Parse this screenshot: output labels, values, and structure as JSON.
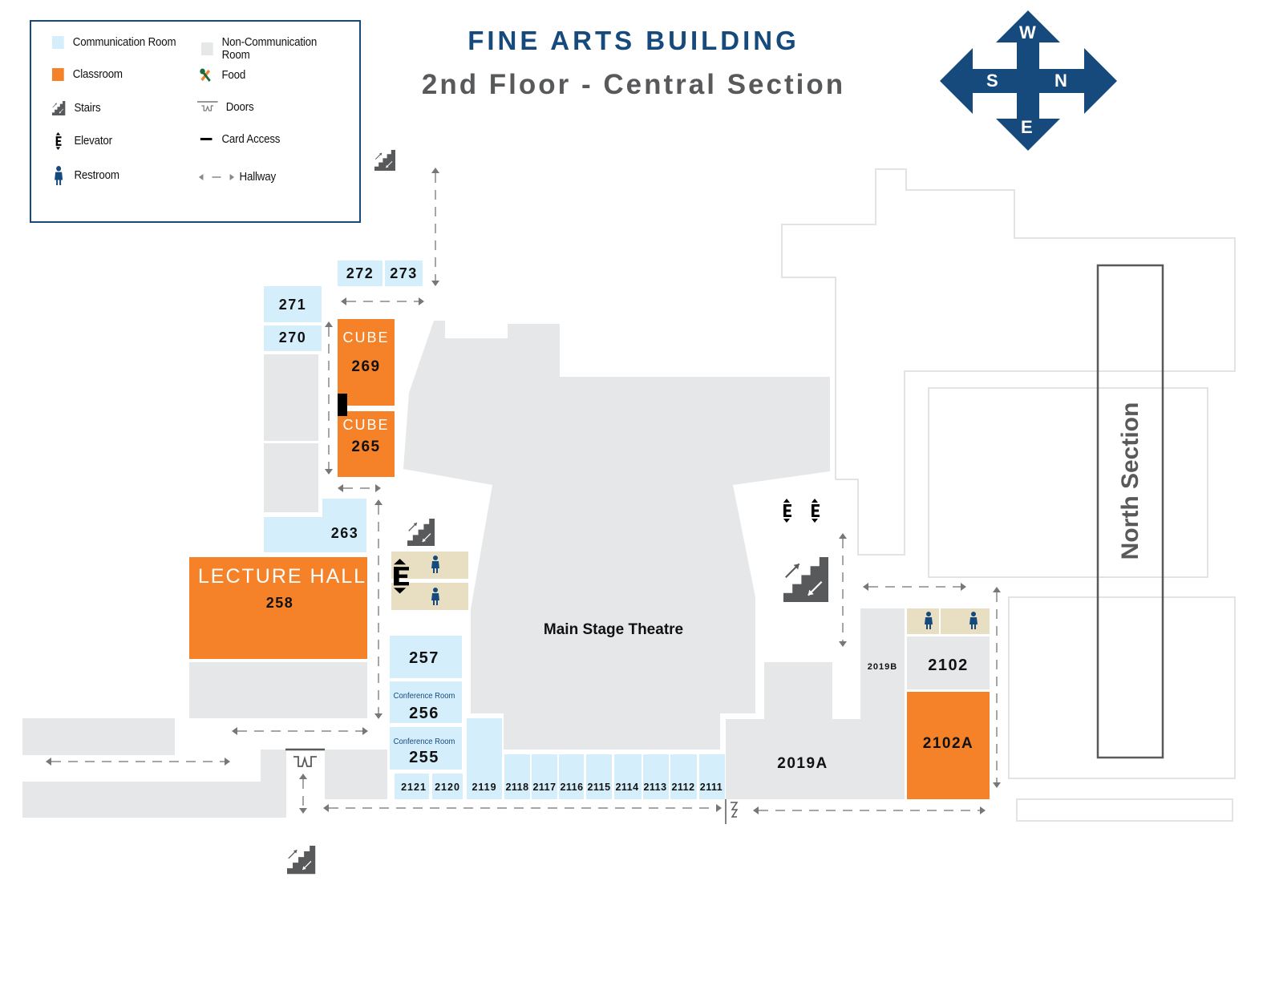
{
  "header": {
    "title": "FINE ARTS BUILDING",
    "subtitle": "2nd Floor - Central Section"
  },
  "compass": {
    "top": "W",
    "left": "S",
    "right": "N",
    "bottom": "E",
    "color": "#164a7c"
  },
  "legend": {
    "items": [
      {
        "label": "Communication Room",
        "icon": "swatch-light-blue",
        "color": "#d5eefb"
      },
      {
        "label": "Non-Communication Room",
        "icon": "swatch-light-gray",
        "color": "#e6e7e8"
      },
      {
        "label": "Classroom",
        "icon": "swatch-orange",
        "color": "#f58229"
      },
      {
        "label": "Food",
        "icon": "fork-spoon-icon"
      },
      {
        "label": "Stairs",
        "icon": "stairs-icon"
      },
      {
        "label": "Doors",
        "icon": "door-icon"
      },
      {
        "label": "Elevator",
        "icon": "elevator-icon"
      },
      {
        "label": "Card Access",
        "icon": "card-access-bar"
      },
      {
        "label": "Restroom",
        "icon": "restroom-person-icon"
      },
      {
        "label": "Hallway",
        "icon": "hallway-arrows"
      }
    ]
  },
  "colors": {
    "communication": "#d5eefb",
    "non_communication": "#e6e7e8",
    "classroom": "#f58229",
    "restroom_bg": "#e8dfc2",
    "brand_blue": "#164a7c",
    "dark_gray": "#58595b"
  },
  "rooms": {
    "r272": "272",
    "r273": "273",
    "r271": "271",
    "r270": "270",
    "cube1": "CUBE",
    "r269": "269",
    "cube2": "CUBE",
    "r265": "265",
    "r263": "263",
    "lecture_hall": "LECTURE HALL",
    "r258": "258",
    "r257": "257",
    "conf_256_label": "Conference Room",
    "r256": "256",
    "conf_255_label": "Conference Room",
    "r255": "255",
    "r2121": "2121",
    "r2120": "2120",
    "r2119": "2119",
    "r2118": "2118",
    "r2117": "2117",
    "r2116": "2116",
    "r2115": "2115",
    "r2114": "2114",
    "r2113": "2113",
    "r2112": "2112",
    "r2111": "2111",
    "theatre": "Main Stage Theatre",
    "r2019A": "2019A",
    "r2019B": "2019B",
    "r2102": "2102",
    "r2102A": "2102A"
  },
  "north_section": {
    "label": "North Section"
  }
}
